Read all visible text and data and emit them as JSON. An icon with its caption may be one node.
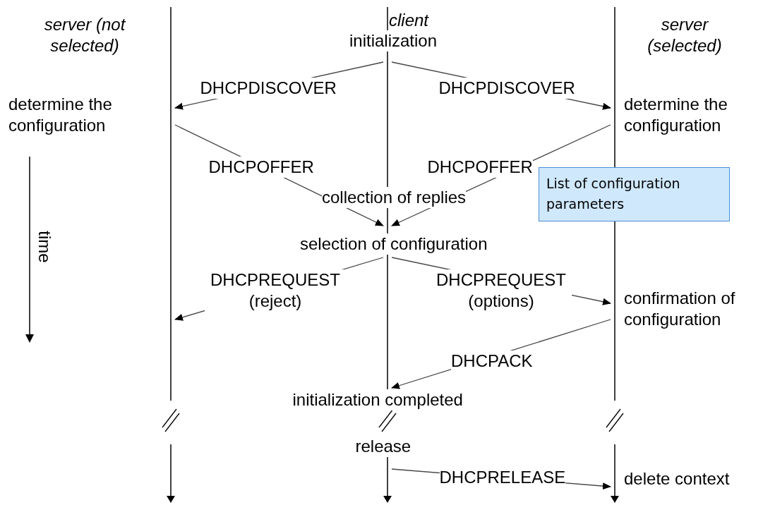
{
  "diagram": {
    "nodes": [
      {
        "text": [
          "server (not selected)"
        ]
      },
      {
        "text": [
          "client"
        ]
      },
      {
        "text": [
          "server (selected)"
        ]
      },
      {
        "text": [
          "List of configuration parameters"
        ]
      }
    ],
    "edges": [
      {
        "from": 1,
        "to": 0,
        "arrow": "to",
        "label": "DHCPDISCOVER"
      },
      {
        "from": 1,
        "to": 2,
        "arrow": "to",
        "label": "DHCPDISCOVER"
      },
      {
        "from": 0,
        "to": 1,
        "arrow": "to",
        "label": "DHCPOFFER"
      },
      {
        "from": 2,
        "to": 1,
        "arrow": "to",
        "label": "DHCPOFFER"
      },
      {
        "from": 1,
        "to": 0,
        "arrow": "to",
        "label": "DHCPREQUEST (reject)"
      },
      {
        "from": 1,
        "to": 2,
        "arrow": "to",
        "label": "DHCPREQUEST (options)"
      },
      {
        "from": 2,
        "to": 1,
        "arrow": "to",
        "label": "DHCPACK"
      },
      {
        "from": 1,
        "to": 2,
        "arrow": "to",
        "label": "DHCPRELEASE"
      }
    ],
    "labels": [
      "initialization",
      "determine the configuration",
      "determine the configuration",
      "collection of replies",
      "time",
      "selection of configuration",
      "confirmation of configuration",
      "initialization completed",
      "release",
      "delete context"
    ]
  }
}
